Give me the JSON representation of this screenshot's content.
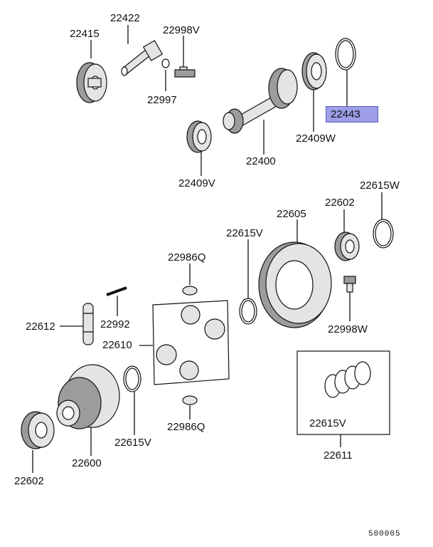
{
  "labels": {
    "p22422": "22422",
    "p22415": "22415",
    "p22998V": "22998V",
    "p22997": "22997",
    "p22443": "22443",
    "p22409W": "22409W",
    "p22400": "22400",
    "p22409V": "22409V",
    "p22615W": "22615W",
    "p22605": "22605",
    "p22602top": "22602",
    "p22615Vmid": "22615V",
    "p22986Qtop": "22986Q",
    "p22612": "22612",
    "p22992": "22992",
    "p22610": "22610",
    "p22998W": "22998W",
    "p22986Qbot": "22986Q",
    "p22615Vleft": "22615V",
    "p22615Vright": "22615V",
    "p22600": "22600",
    "p22611": "22611",
    "p22602bot": "22602"
  },
  "diagram_code": "500005",
  "highlight": {
    "part": "22443",
    "color": "#9e9ee8"
  }
}
